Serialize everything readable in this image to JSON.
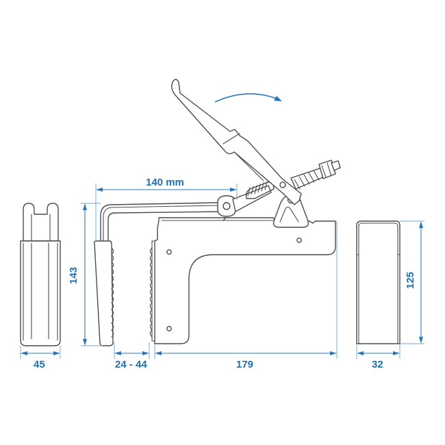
{
  "diagram": {
    "title": "Trailer hitch / jockey wheel clamp technical drawing",
    "colors": {
      "dimension": "#2b78b8",
      "dimension_text": "#1f6fb2",
      "outline": "#4a4a4a",
      "background": "#ffffff"
    },
    "dimensions": {
      "lever_reach": {
        "label": "140 mm",
        "value": 140,
        "unit": "mm",
        "orientation": "horizontal"
      },
      "overall_height": {
        "label": "143",
        "value": 143,
        "unit": "mm",
        "orientation": "vertical"
      },
      "jaw_width": {
        "label": "45",
        "value": 45,
        "unit": "mm",
        "orientation": "horizontal"
      },
      "clamp_range": {
        "label": "24 - 44",
        "min": 24,
        "max": 44,
        "unit": "mm",
        "orientation": "horizontal"
      },
      "body_length": {
        "label": "179",
        "value": 179,
        "unit": "mm",
        "orientation": "horizontal"
      },
      "insert_width": {
        "label": "32",
        "value": 32,
        "unit": "mm",
        "orientation": "horizontal"
      },
      "insert_height": {
        "label": "125",
        "value": 125,
        "unit": "mm",
        "orientation": "vertical"
      }
    },
    "views": [
      {
        "name": "jaw-end-view"
      },
      {
        "name": "clamp-side-view"
      },
      {
        "name": "insert-end-view"
      }
    ],
    "annotations": [
      {
        "name": "lever-rotation-arrow",
        "meaning": "clockwise lever motion"
      }
    ]
  }
}
